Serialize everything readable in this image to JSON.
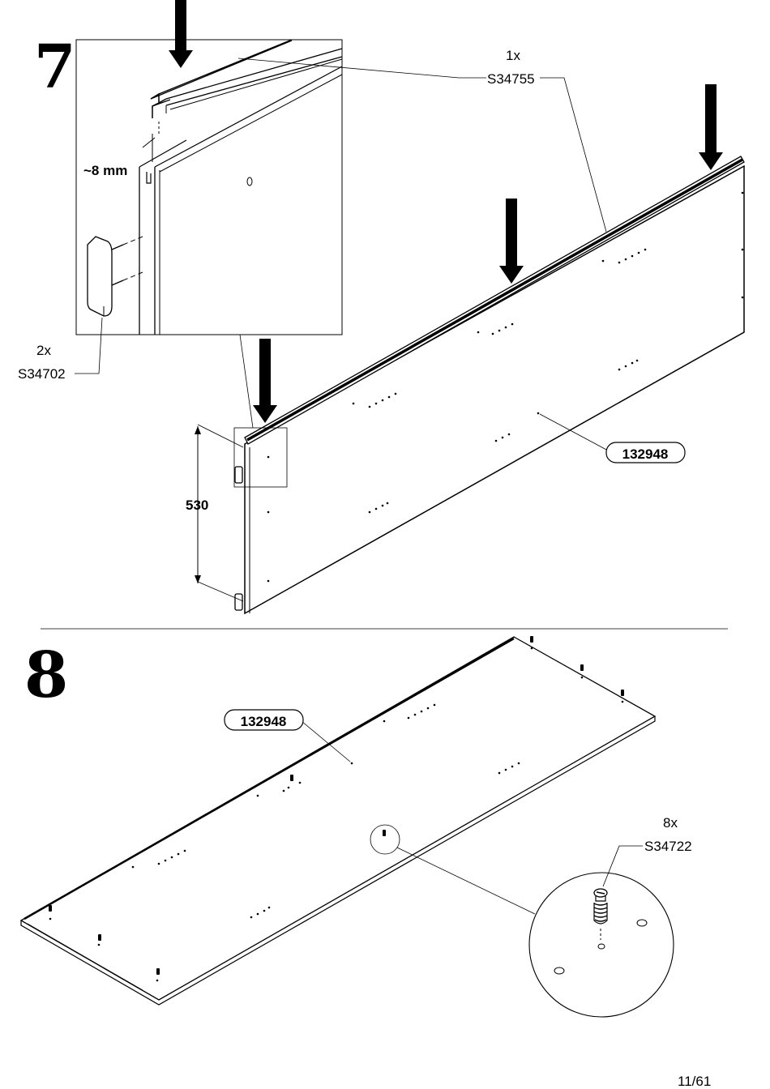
{
  "page": {
    "number": "11/61"
  },
  "step7": {
    "number": "7",
    "rail": {
      "qty": "1x",
      "code": "S34755"
    },
    "clips": {
      "qty": "2x",
      "code": "S34702"
    },
    "gap_label": "~8 mm",
    "height_label": "530",
    "panel_label": "132948"
  },
  "step8": {
    "number": "8",
    "panel_label": "132948",
    "cams": {
      "qty": "8x",
      "code": "S34722"
    }
  }
}
